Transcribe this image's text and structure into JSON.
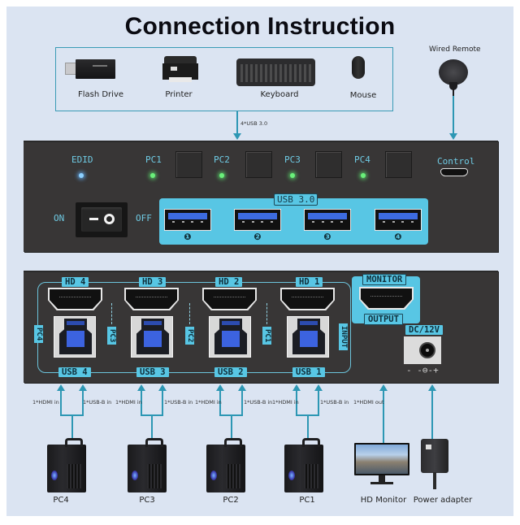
{
  "title": "Connection Instruction",
  "peripherals": [
    {
      "label": "Flash Drive",
      "icon": "flash-drive-icon"
    },
    {
      "label": "Printer",
      "icon": "printer-icon"
    },
    {
      "label": "Keyboard",
      "icon": "keyboard-icon"
    },
    {
      "label": "Mouse",
      "icon": "mouse-icon"
    }
  ],
  "peripheral_link_label": "4*USB 3.0",
  "wired_remote": {
    "label": "Wired Remote",
    "icon": "wired-remote-icon"
  },
  "front_panel": {
    "edid_label": "EDID",
    "pc_buttons": [
      {
        "label": "PC1",
        "led": "on"
      },
      {
        "label": "PC2",
        "led": "on"
      },
      {
        "label": "PC3",
        "led": "on"
      },
      {
        "label": "PC4",
        "led": "on"
      }
    ],
    "control_label": "Control",
    "power_on_label": "ON",
    "power_off_label": "OFF",
    "usb_bay_label": "USB 3.0",
    "usb_ports": [
      "❶",
      "❷",
      "❸",
      "❹"
    ],
    "colors": {
      "accent": "#58c6e4",
      "panel": "#383636",
      "led_green": "#6af07a",
      "led_blue": "#8cd0ff"
    }
  },
  "rear_panel": {
    "hdmi_inputs": [
      "HD 4",
      "HD 3",
      "HD 2",
      "HD 1"
    ],
    "usb_inputs": [
      "USB 4",
      "USB 3",
      "USB 2",
      "USB 1"
    ],
    "pc_tags": [
      "PC4",
      "PC3",
      "PC2",
      "PC1"
    ],
    "input_label": "INPUT",
    "monitor_label": "MONITOR",
    "output_label": "OUTPUT",
    "dc_label": "DC/12V",
    "polarity_label": "- -⊖-+"
  },
  "connections": {
    "hdmi_in": "1*HDMI in",
    "usb_b_in": "1*USB-B in",
    "hdmi_out": "1*HDMI out"
  },
  "devices": [
    {
      "label": "PC4",
      "icon": "pc-tower-icon"
    },
    {
      "label": "PC3",
      "icon": "pc-tower-icon"
    },
    {
      "label": "PC2",
      "icon": "pc-tower-icon"
    },
    {
      "label": "PC1",
      "icon": "pc-tower-icon"
    },
    {
      "label": "HD Monitor",
      "icon": "monitor-icon"
    },
    {
      "label": "Power adapter",
      "icon": "power-adapter-icon"
    }
  ]
}
